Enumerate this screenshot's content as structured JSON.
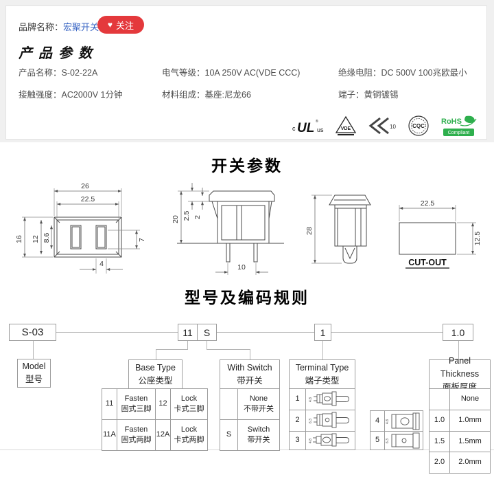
{
  "colors": {
    "accent_red": "#e4393c",
    "link_blue": "#3a66c4",
    "rohs_green": "#2eaf4d",
    "line_gray": "#9c9c9c"
  },
  "brand_bar": {
    "label": "品牌名称：",
    "brand": "宏聚开关",
    "follow_icon": "♥",
    "follow_label": "关注"
  },
  "product_params": {
    "title": "产品参数",
    "items": [
      {
        "label": "产品名称：",
        "value": "S-02-22A"
      },
      {
        "label": "电气等级：",
        "value": "10A 250V AC(VDE CCC)"
      },
      {
        "label": "绝缘电阻：",
        "value": "DC 500V 100兆欧最小"
      },
      {
        "label": "接触强度：",
        "value": "AC2000V 1分钟"
      },
      {
        "label": "材料组成：",
        "value": "基座:尼龙66"
      },
      {
        "label": "端子：",
        "value": "黄铜镀锡"
      }
    ]
  },
  "certifications": {
    "ul": {
      "prefix": "c",
      "mark": "UL",
      "suffix": "us"
    },
    "vde": {
      "mark": "VDE"
    },
    "kc": {
      "mark": "10"
    },
    "cqc": {
      "mark": "CQC"
    },
    "rohs": {
      "mark": "RoHS",
      "sub": "Compliant"
    }
  },
  "sections": {
    "switch_title": "开关参数",
    "coding_title": "型号及编码规则"
  },
  "switch_drawings": {
    "top_view": {
      "dims": [
        "26",
        "22.5",
        "16",
        "12",
        "8.6",
        "7",
        "4"
      ]
    },
    "front_view": {
      "dims": [
        "20",
        "2.5",
        "2",
        "10"
      ]
    },
    "side_view": {
      "dims": [
        "28"
      ]
    },
    "cutout": {
      "dims": [
        "22.5",
        "12.5"
      ],
      "label": "CUT-OUT"
    }
  },
  "coding": {
    "codes": {
      "model": "S-03",
      "base": "11",
      "with_switch": "S",
      "terminal": "1",
      "panel": "1.0"
    },
    "model_box": {
      "en": "Model",
      "zh": "型号"
    },
    "base_type": {
      "en": "Base Type",
      "zh": "公座类型",
      "rows": [
        {
          "c0": "11",
          "c1en": "Fasten",
          "c1zh": "固式三脚",
          "c2": "12",
          "c3en": "Lock",
          "c3zh": "卡式三脚"
        },
        {
          "c0": "11A",
          "c1en": "Fasten",
          "c1zh": "固式两脚",
          "c2": "12A",
          "c3en": "Lock",
          "c3zh": "卡式两脚"
        }
      ]
    },
    "with_switch": {
      "en": "With Switch",
      "zh": "带开关",
      "rows": [
        {
          "c0": "",
          "c1en": "None",
          "c1zh": "不带开关"
        },
        {
          "c0": "S",
          "c1en": "Switch",
          "c1zh": "带开关"
        }
      ]
    },
    "terminal_type": {
      "en": "Terminal Type",
      "zh": "端子类型",
      "left_rows": [
        "1",
        "2",
        "3"
      ],
      "right_rows": [
        "4",
        "5"
      ],
      "dims": [
        "4.8",
        "6.3",
        "4.8",
        "4.8",
        "6.3"
      ]
    },
    "panel_thickness": {
      "en": "Panel Thickness",
      "zh": "面板厚度",
      "rows": [
        {
          "c0": "",
          "c1": "None"
        },
        {
          "c0": "1.0",
          "c1": "1.0mm"
        },
        {
          "c0": "1.5",
          "c1": "1.5mm"
        },
        {
          "c0": "2.0",
          "c1": "2.0mm"
        }
      ]
    }
  }
}
